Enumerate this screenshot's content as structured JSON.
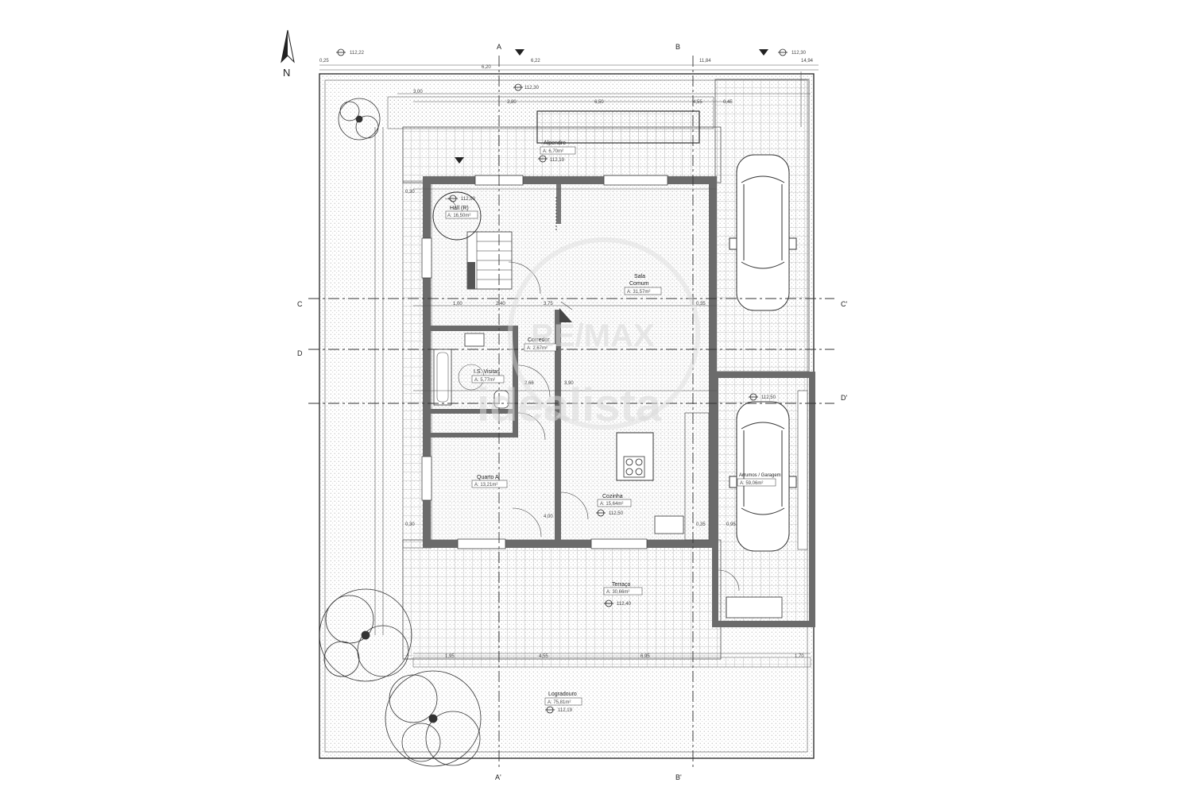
{
  "north": {
    "label": "N"
  },
  "levels": {
    "top_left": "112,22",
    "top_right": "112,30",
    "gate": "112,30",
    "alpendre": "112,19",
    "hall": "112,50",
    "cozinha": "112,50",
    "garagem": "112,50",
    "terraco": "112,40",
    "logradouro": "112,19"
  },
  "sections": {
    "a_top": "A",
    "a_bottom": "A'",
    "b_top": "B",
    "b_bottom": "B'",
    "c_left": "C",
    "c_right": "C'",
    "d_left": "D",
    "d_right": "D'"
  },
  "rooms": {
    "alpendre": {
      "name": "Alpendre",
      "area": "A: 6,70m²"
    },
    "hall": {
      "name": "Hall (R)",
      "area": "A: 16,50m²"
    },
    "sala": {
      "name": "Sala",
      "name2": "Comum",
      "area": "A: 31,57m²"
    },
    "corredor": {
      "name": "Corredor",
      "area": "A: 2,67m²"
    },
    "is_visitas": {
      "name": "I.S. Visitas",
      "area": "A: 5,77m²"
    },
    "quarto": {
      "name": "Quarto A",
      "area": "A: 13,21m²"
    },
    "cozinha": {
      "name": "Cozinha",
      "area": "A: 15,64m²"
    },
    "garagem": {
      "name": "Arrumos / Garagem",
      "area": "A: 59,06m²"
    },
    "terraco": {
      "name": "Terraço",
      "area": "A: 30,66m²"
    },
    "logradouro": {
      "name": "Logradouro",
      "area": "A: 75,81m²"
    }
  },
  "dims": {
    "d1": "0,25",
    "d2": "6,20",
    "d3": "6,22",
    "d4": "11,84",
    "d5": "14,94",
    "d6": "3,00",
    "d7": "3,80",
    "d8": "6,50",
    "d9": "4,55",
    "d10": "0,45",
    "d11": "0,30",
    "d12": "1,00",
    "d13": "2,40",
    "d14": "3,75",
    "d15": "0,35",
    "d16": "3,90",
    "d17": "2,66",
    "d18": "0,30",
    "d19": "0,35",
    "d20": "0,95",
    "d21": "4,00",
    "d22": "6,95",
    "d23": "1,95",
    "d24": "4,55",
    "d25": "1,70"
  },
  "watermark": {
    "brand": "RE/MAX",
    "site": "idealista"
  }
}
